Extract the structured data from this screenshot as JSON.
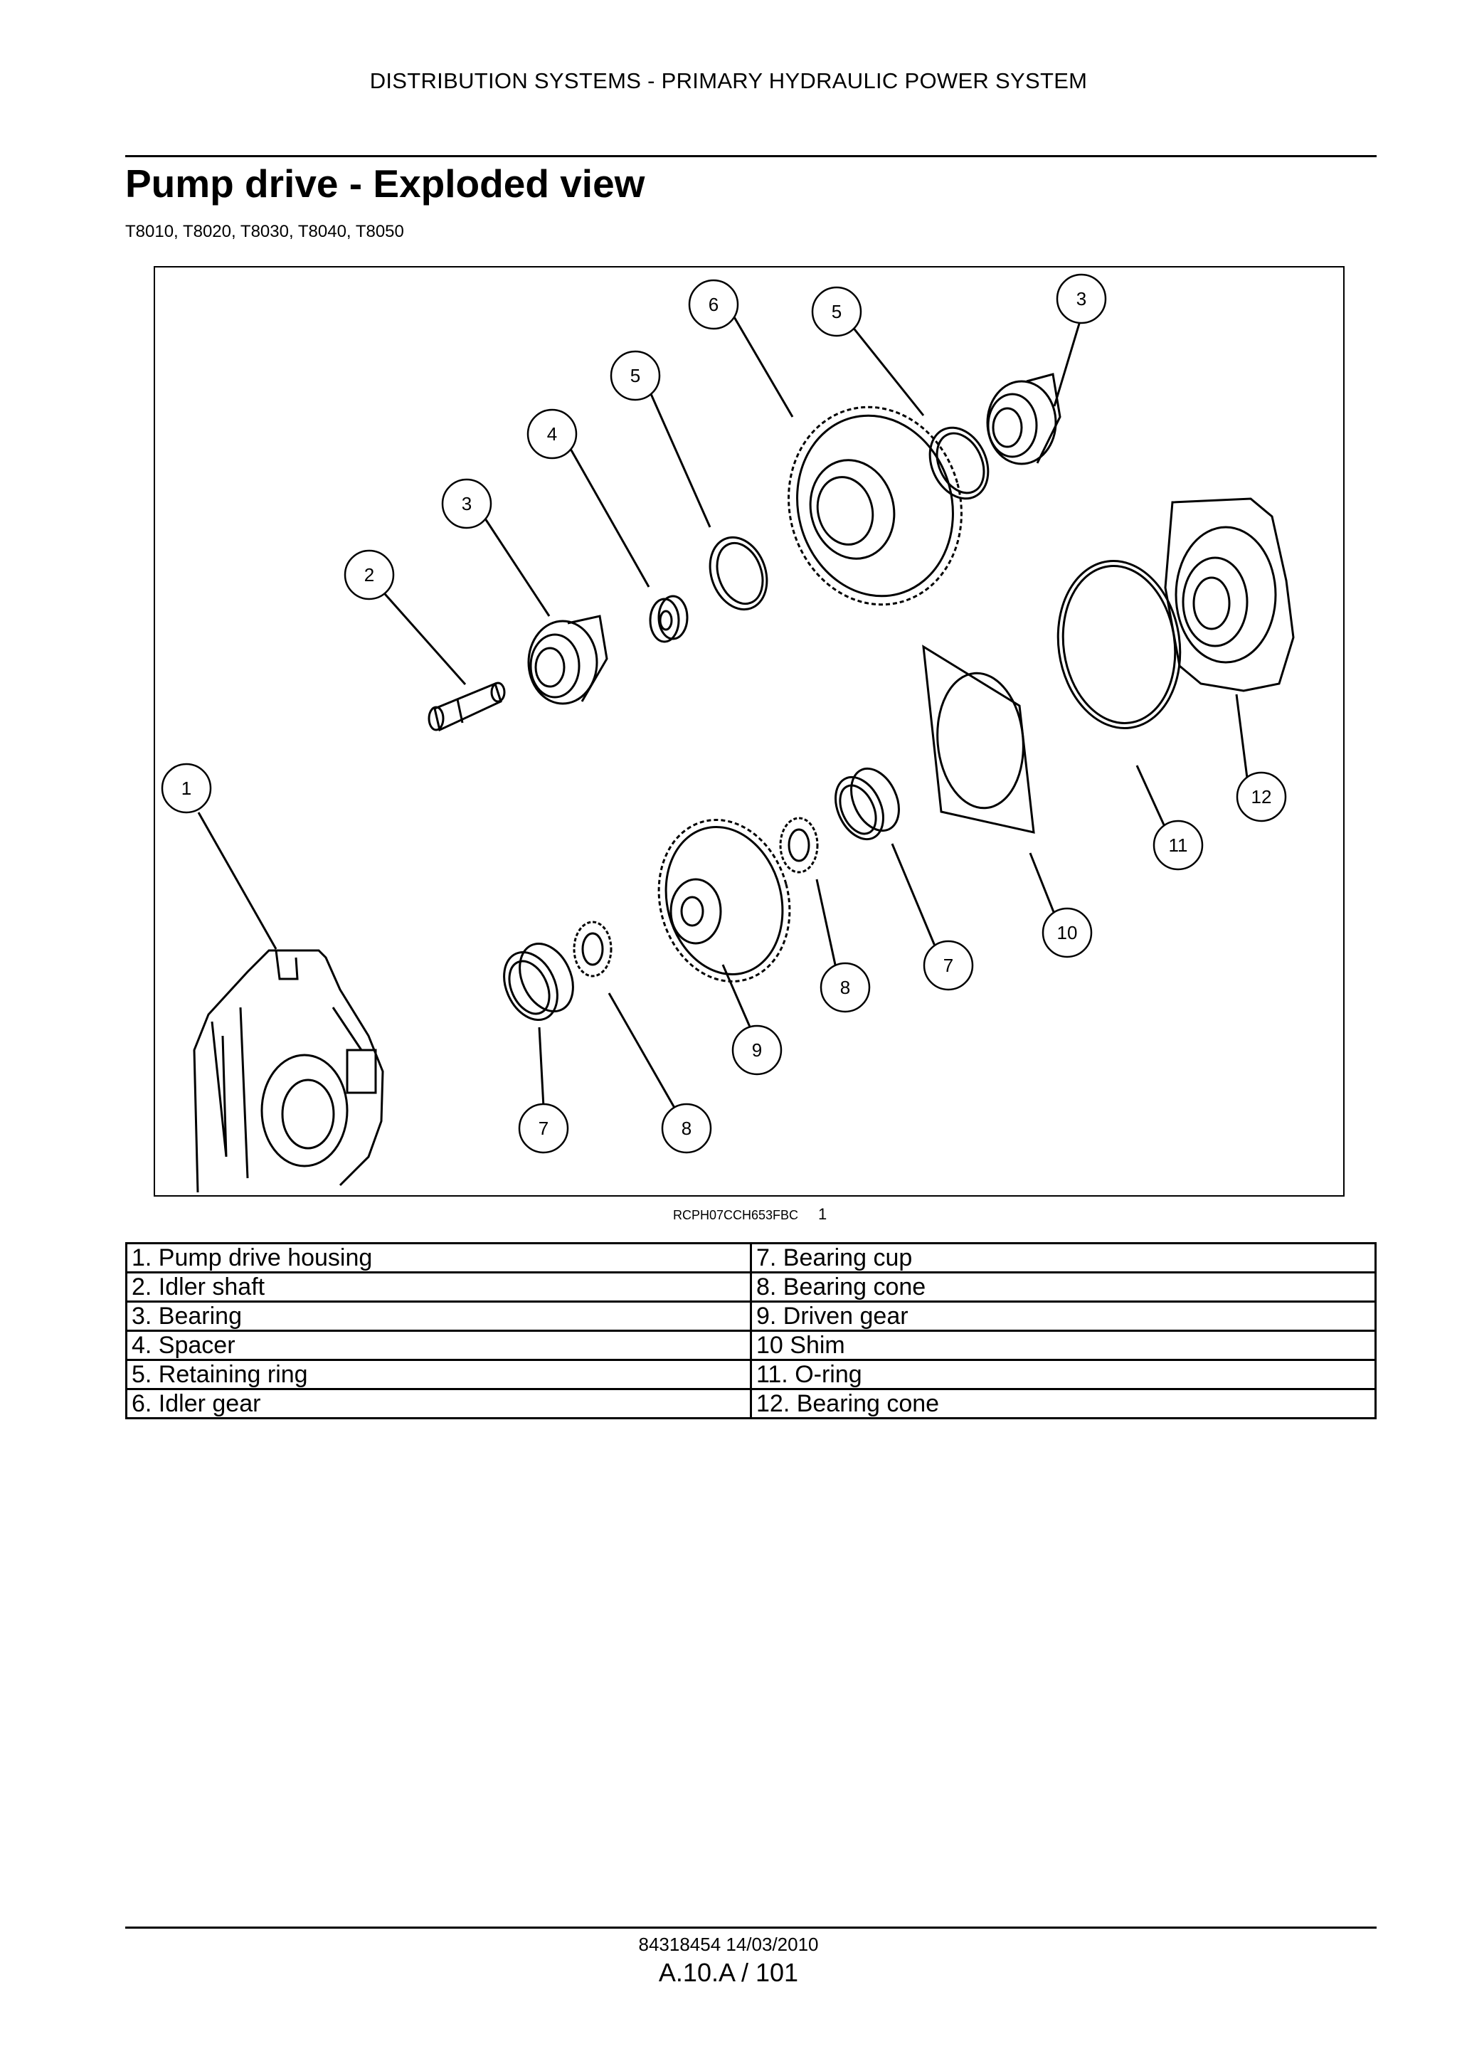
{
  "header": {
    "section": "DISTRIBUTION SYSTEMS - PRIMARY HYDRAULIC POWER SYSTEM"
  },
  "page_title": "Pump drive - Exploded view",
  "models": "T8010, T8020, T8030, T8040, T8050",
  "figure": {
    "reference": "RCPH07CCH653FBC",
    "number": "1",
    "callouts": [
      "1",
      "2",
      "3",
      "4",
      "5",
      "6",
      "5",
      "3",
      "12",
      "11",
      "10",
      "7",
      "8",
      "9",
      "7",
      "8"
    ]
  },
  "legend": {
    "rows": [
      [
        "1.  Pump drive housing",
        "7.  Bearing cup"
      ],
      [
        "2.  Idler shaft",
        "8.  Bearing cone"
      ],
      [
        "3.  Bearing",
        "9.  Driven gear"
      ],
      [
        "4.  Spacer",
        "10 Shim"
      ],
      [
        "5.  Retaining ring",
        "11.  O-ring"
      ],
      [
        "6.  Idler gear",
        "12.  Bearing cone"
      ]
    ]
  },
  "footer": {
    "doc_date": "84318454 14/03/2010",
    "page": "A.10.A / 101"
  }
}
